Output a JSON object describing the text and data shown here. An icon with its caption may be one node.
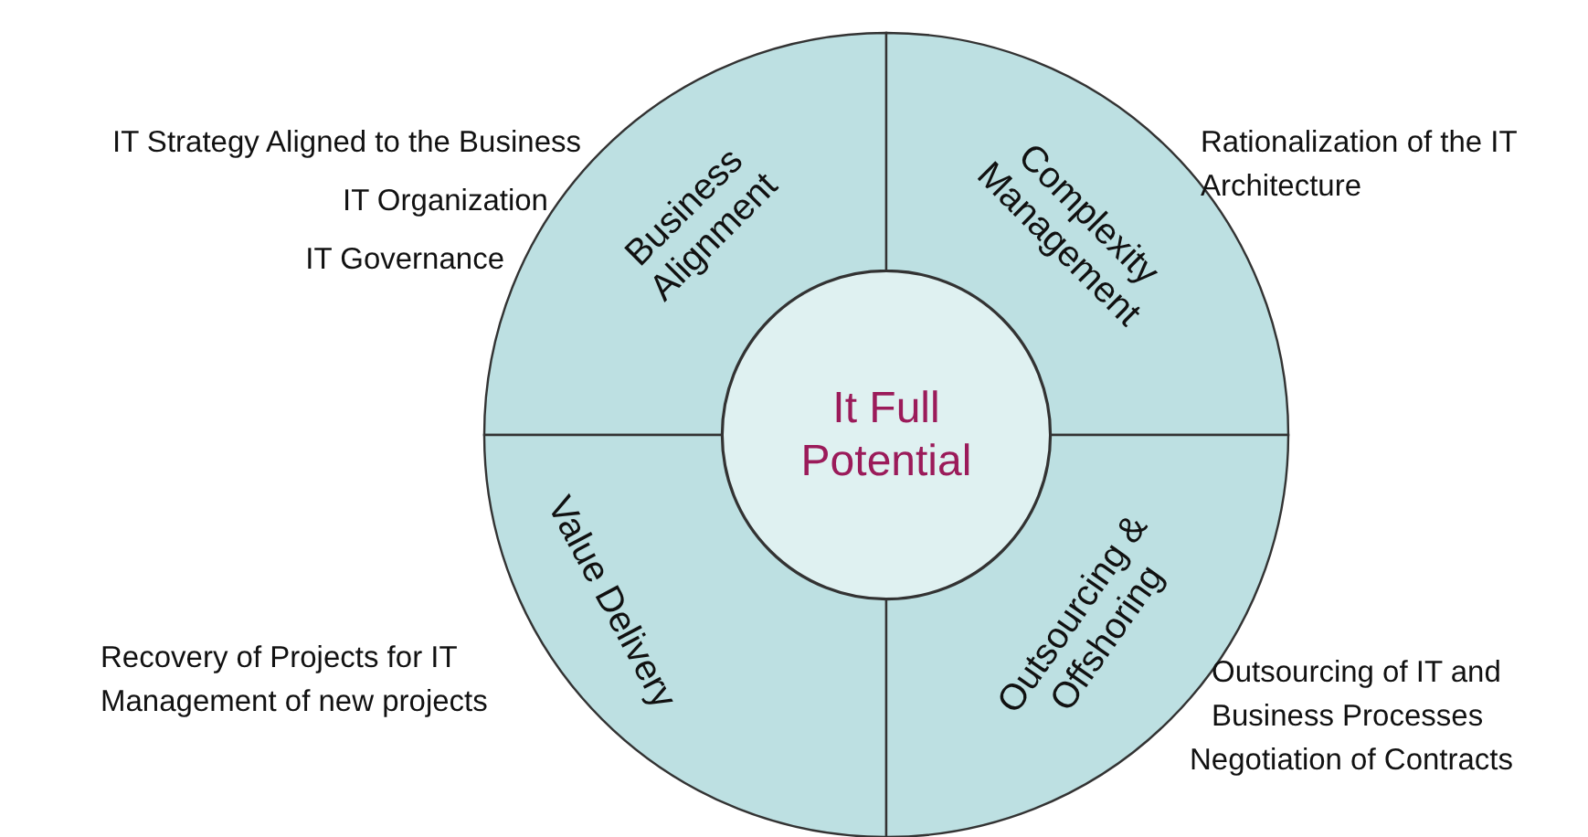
{
  "diagram": {
    "nodes": [
      {
        "text": [
          "Business Alignment"
        ],
        "beside": [
          "IT Strategy Aligned to the Business",
          "IT Organization",
          "IT Governance"
        ]
      },
      {
        "text": [
          "Complexity Management"
        ],
        "beside": [
          "Rationalization of the IT Architecture"
        ]
      },
      {
        "text": [
          "It Full Potential"
        ]
      },
      {
        "text": [
          "Value Delivery"
        ],
        "beside": [
          "Recovery of Projects for IT",
          "Management of new projects"
        ]
      },
      {
        "text": [
          "Outsourcing & Offshoring"
        ],
        "beside": [
          "Outsourcing of IT and",
          "Business Processes",
          "Negotiation of Contracts"
        ]
      }
    ]
  }
}
